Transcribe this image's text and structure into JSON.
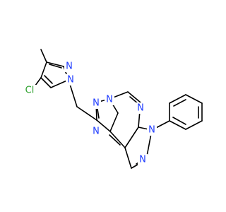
{
  "molecule": {
    "atoms": [
      {
        "id": "Cl",
        "label": "Cl",
        "color": "#2ca02c"
      },
      {
        "id": "N_pz1",
        "label": "N",
        "color": "#1f3cff"
      },
      {
        "id": "N_pz2",
        "label": "N",
        "color": "#1f3cff"
      },
      {
        "id": "N_tz1",
        "label": "N",
        "color": "#1f3cff"
      },
      {
        "id": "N_tz2",
        "label": "N",
        "color": "#1f3cff"
      },
      {
        "id": "N_tz3",
        "label": "N",
        "color": "#1f3cff"
      },
      {
        "id": "N_pm",
        "label": "N",
        "color": "#1f3cff"
      },
      {
        "id": "N_pp1",
        "label": "N",
        "color": "#1f3cff"
      },
      {
        "id": "N_pp2",
        "label": "N",
        "color": "#1f3cff"
      }
    ]
  },
  "colors": {
    "bond": "#000000",
    "nitrogen": "#1f3cff",
    "chlorine": "#2ca02c",
    "background": "#ffffff"
  }
}
